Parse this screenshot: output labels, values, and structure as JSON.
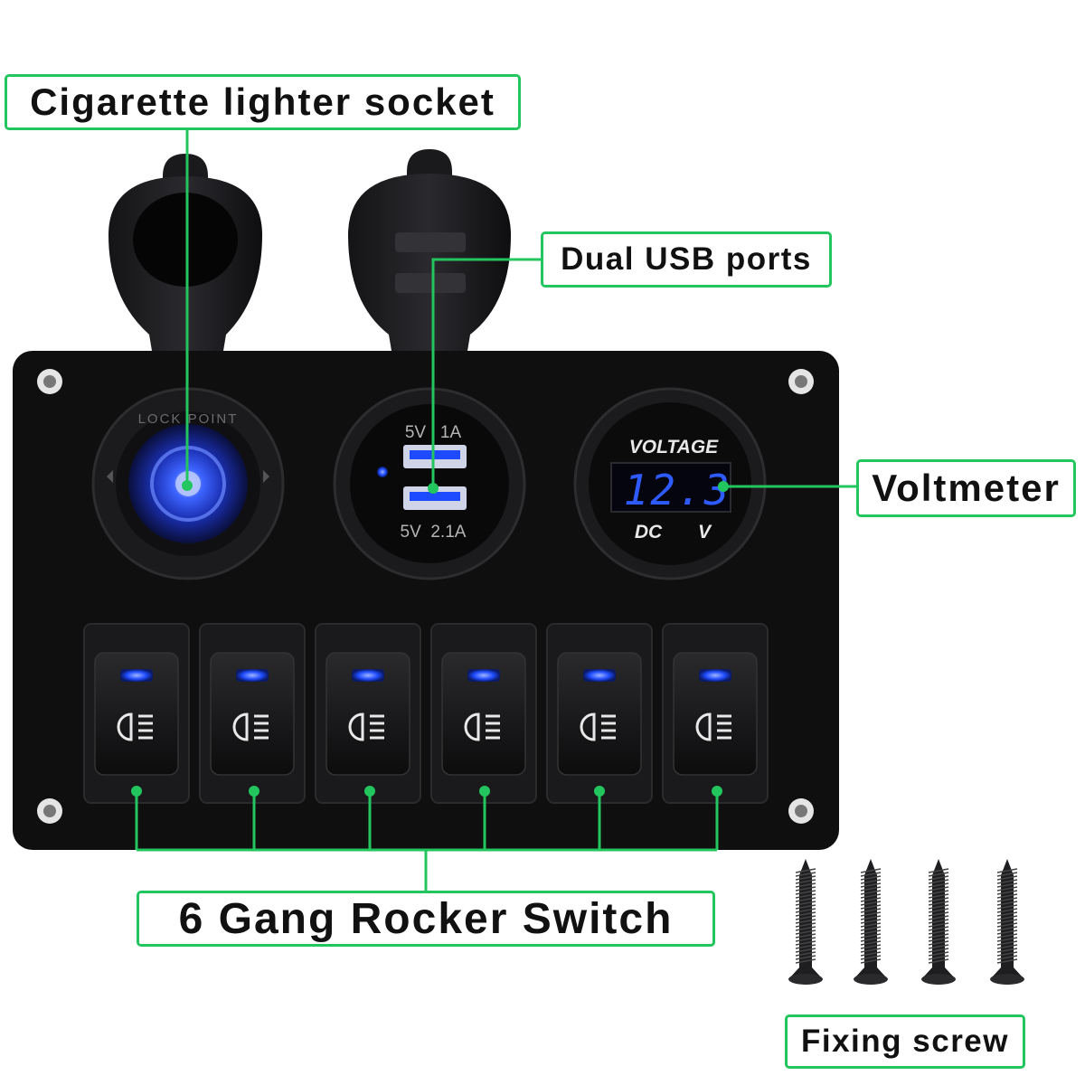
{
  "labels": {
    "cigarette": "Cigarette lighter socket",
    "usb": "Dual USB ports",
    "voltmeter": "Voltmeter",
    "rocker": "6 Gang Rocker Switch",
    "screw": "Fixing screw"
  },
  "socket_ring_text": "LOCK POINT",
  "usb_ratings": {
    "top": "5V   1A",
    "bottom": "5V  2.1A"
  },
  "voltmeter": {
    "title": "VOLTAGE",
    "reading": "12.3",
    "left_unit": "DC",
    "right_unit": "V"
  },
  "switch_count": 6,
  "screw_count": 4,
  "colors": {
    "callout_green": "#22c55e",
    "panel": "#0f0f10",
    "led_blue": "#1e4bff"
  }
}
